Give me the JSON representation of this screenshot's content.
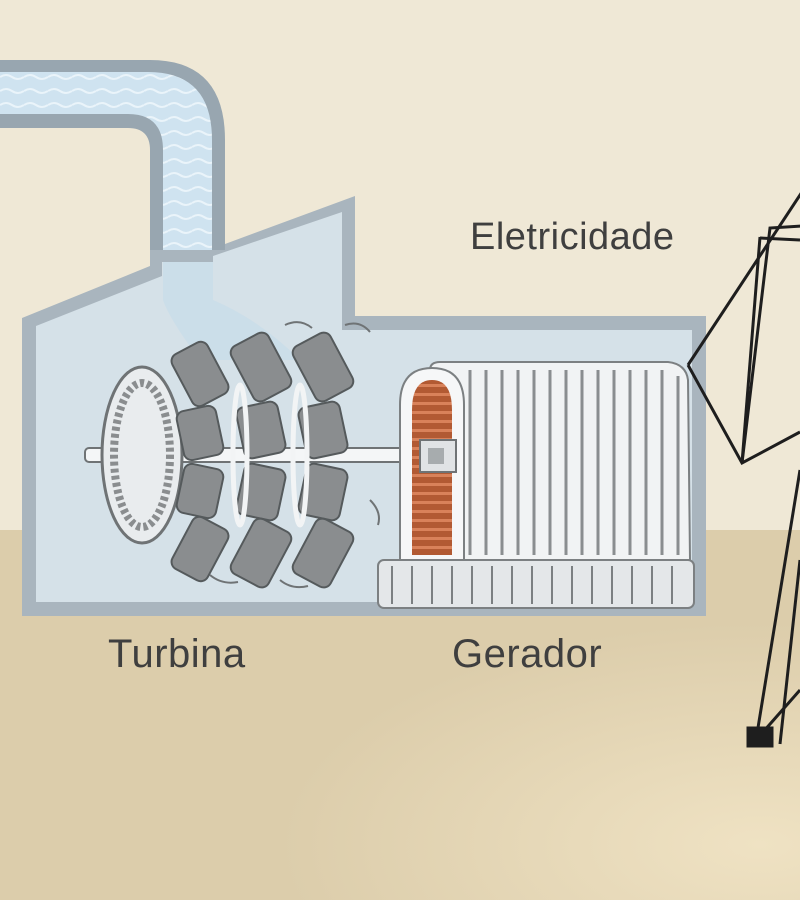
{
  "labels": {
    "electricity": "Eletricidade",
    "turbine": "Turbina",
    "generator": "Gerador"
  },
  "colors": {
    "background_upper": "#efe8d6",
    "background_ground": "#dfd2b2",
    "building_wall": "#b9c4cc",
    "building_interior": "#d3dfe7",
    "water": "#cfe3f0",
    "copper_coil": "#b25a33",
    "turbine_blade": "#8a8d8f",
    "text": "#3f3f3f",
    "wire": "#1e1e1e"
  },
  "icons": [
    "water-pipe-icon",
    "turbine-icon",
    "generator-icon",
    "transmission-tower-icon"
  ]
}
